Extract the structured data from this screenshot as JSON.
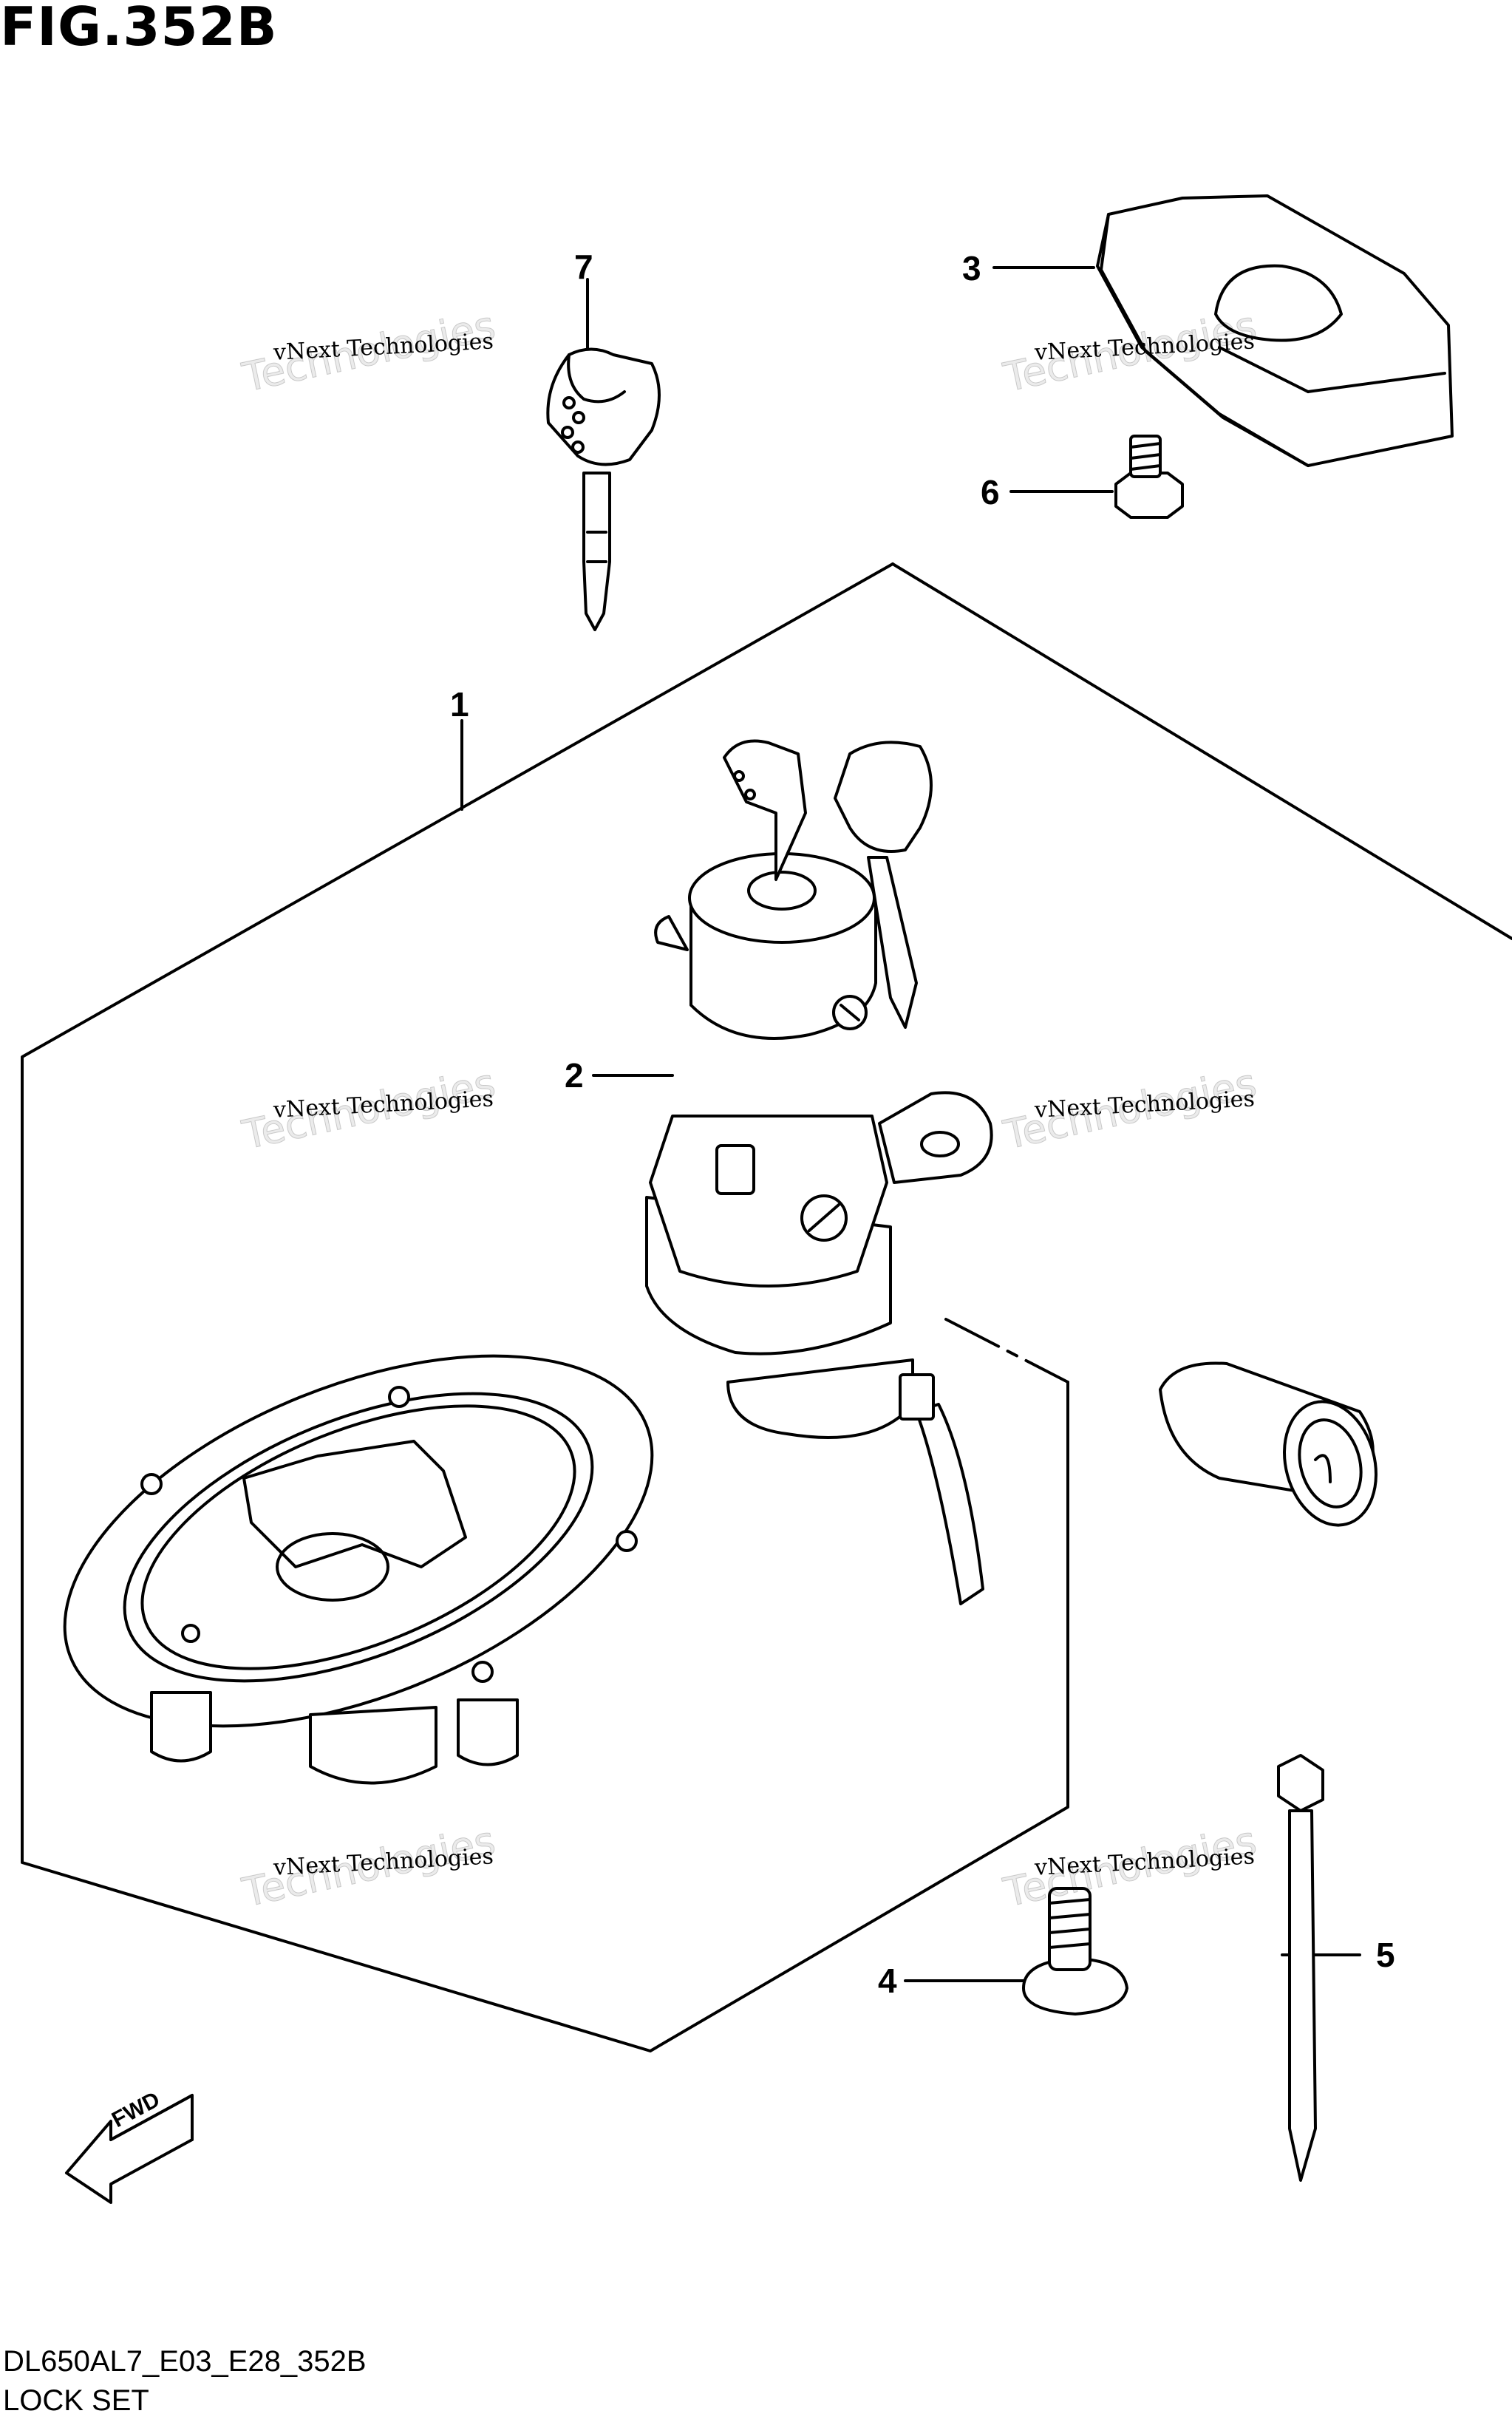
{
  "figure": {
    "title": "FIG.352B",
    "code": "DL650AL7_E03_E28_352B",
    "name": "LOCK SET",
    "fwd_label": "FWD"
  },
  "callouts": [
    {
      "id": "callout-7",
      "label": "7"
    },
    {
      "id": "callout-3",
      "label": "3"
    },
    {
      "id": "callout-6",
      "label": "6"
    },
    {
      "id": "callout-1",
      "label": "1"
    },
    {
      "id": "callout-2",
      "label": "2"
    },
    {
      "id": "callout-4",
      "label": "4"
    },
    {
      "id": "callout-5",
      "label": "5"
    }
  ],
  "watermark": {
    "line1": "vNext Technologies",
    "line2": "Technologies"
  }
}
